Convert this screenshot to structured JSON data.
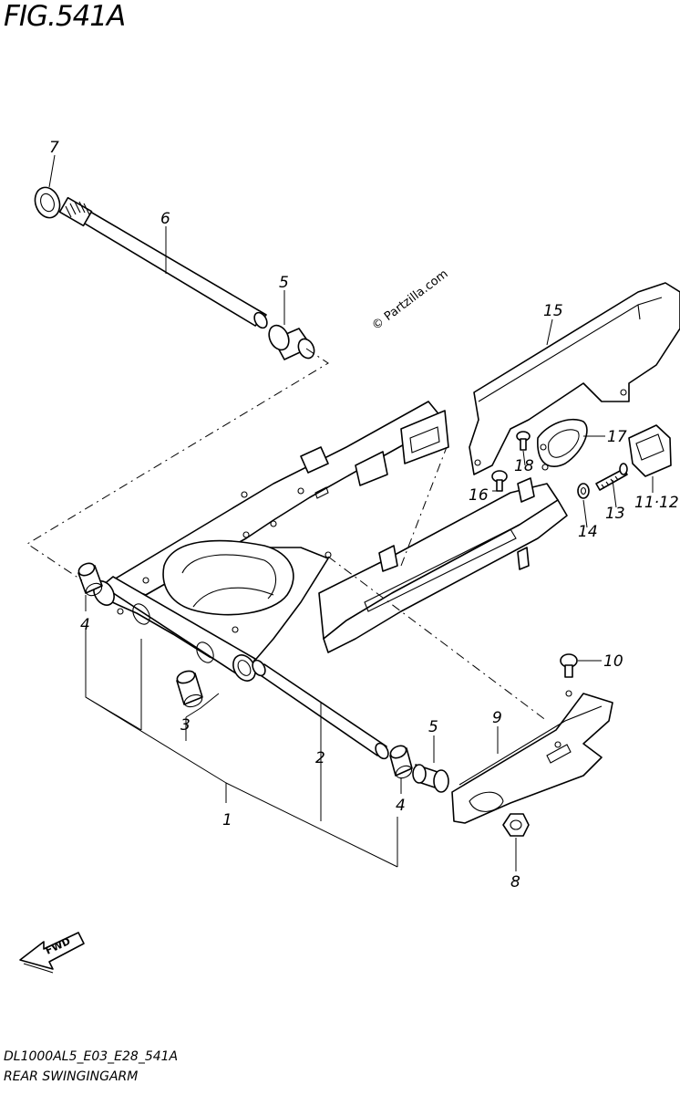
{
  "figure": {
    "title": "FIG.541A",
    "watermark": "© Partzilla.com",
    "model_code": "DL1000AL5_E03_E28_541A",
    "section_name": "REAR SWINGINGARM",
    "direction_label": "FWD"
  },
  "callouts": {
    "p1": "1",
    "p2": "2",
    "p3": "3",
    "p4a": "4",
    "p4b": "4",
    "p5a": "5",
    "p5b": "5",
    "p6": "6",
    "p7": "7",
    "p8": "8",
    "p9": "9",
    "p10": "10",
    "p11": "11·12",
    "p13": "13",
    "p14": "14",
    "p15": "15",
    "p16": "16",
    "p17": "17",
    "p18": "18"
  },
  "colors": {
    "line": "#000000",
    "background": "#ffffff"
  }
}
